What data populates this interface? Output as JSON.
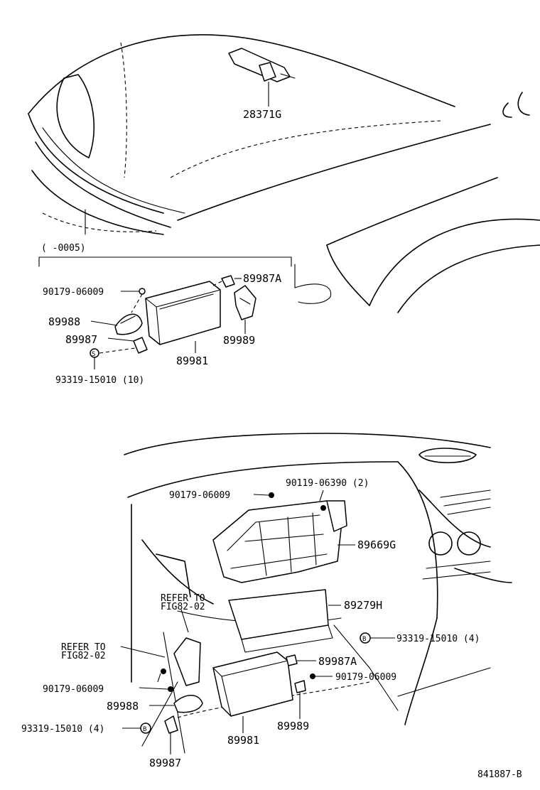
{
  "diagram": {
    "doc_id": "841887-B",
    "range_label": "(      -0005)",
    "fig_ref_line1": "REFER  TO",
    "fig_ref_line2": "FIG82-02",
    "top_section": {
      "parts": {
        "p28371g": "28371G",
        "p90179_06009": "90179-06009",
        "p89987a": "89987A",
        "p89988": "89988",
        "p89987": "89987",
        "p89989": "89989",
        "p89981": "89981",
        "p93319_15010": "93319-15010 (10)",
        "marker_s": "S"
      }
    },
    "bottom_section": {
      "parts": {
        "p90179_06009_top": "90179-06009",
        "p90119_06390": "90119-06390 (2)",
        "p89669g": "89669G",
        "p89279h": "89279H",
        "p93319_15010_right": "93319-15010 (4)",
        "p89987a": "89987A",
        "p90179_06009_right": "90179-06009",
        "p90179_06009_left": "90179-06009",
        "p89988": "89988",
        "p93319_15010_left": "93319-15010 (4)",
        "p89981": "89981",
        "p89989": "89989",
        "p89987": "89987",
        "marker_b": "B"
      }
    }
  }
}
